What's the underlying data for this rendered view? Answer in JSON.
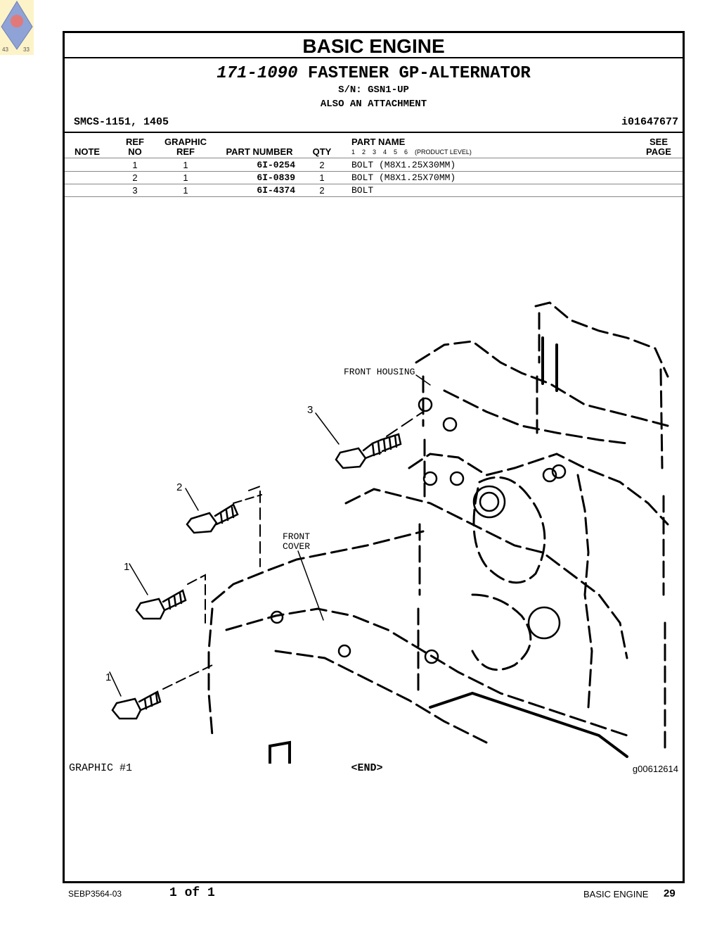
{
  "logo": {
    "numbers": [
      "43",
      "33"
    ]
  },
  "section_title": "BASIC ENGINE",
  "group": {
    "part_number": "171-1090",
    "name": "FASTENER GP-ALTERNATOR",
    "serial": "S/N: GSN1-UP",
    "attachment": "ALSO AN ATTACHMENT",
    "smcs": "SMCS-1151, 1405",
    "ident": "i01647677"
  },
  "table": {
    "headers": {
      "note": "NOTE",
      "ref_no": [
        "REF",
        "NO"
      ],
      "graphic_ref": [
        "GRAPHIC",
        "REF"
      ],
      "part_number": "PART NUMBER",
      "qty": "QTY",
      "part_name": "PART NAME",
      "product_levels": "1    2    3    4    5    6    (PRODUCT LEVEL)",
      "see_page": [
        "SEE",
        "PAGE"
      ]
    },
    "rows": [
      {
        "ref": "1",
        "graphic": "1",
        "part_number": "6I-0254",
        "qty": "2",
        "name": "BOLT (M8X1.25X30MM)"
      },
      {
        "ref": "2",
        "graphic": "1",
        "part_number": "6I-0839",
        "qty": "1",
        "name": "BOLT (M8X1.25X70MM)"
      },
      {
        "ref": "3",
        "graphic": "1",
        "part_number": "6I-4374",
        "qty": "2",
        "name": "BOLT"
      }
    ]
  },
  "graphic": {
    "callouts": [
      "FRONT HOUSING",
      "FRONT",
      "COVER"
    ],
    "ref_labels": [
      "3",
      "2",
      "1",
      "1"
    ],
    "caption": "GRAPHIC #1",
    "end_marker": "<END>",
    "graphic_id": "g00612614"
  },
  "footer": {
    "doc_number": "SEBP3564-03",
    "page_of": "1 of 1",
    "section": "BASIC ENGINE",
    "page_number": "29"
  }
}
